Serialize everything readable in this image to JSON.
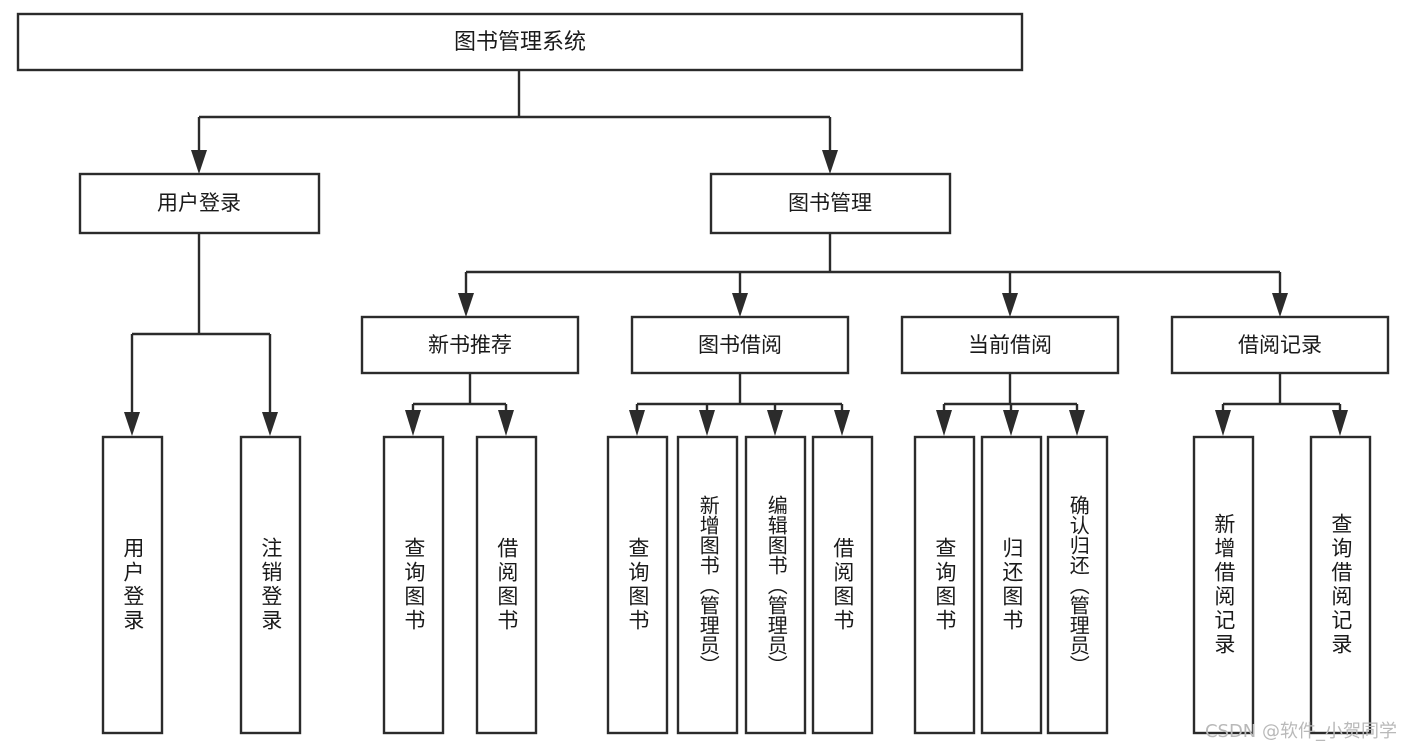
{
  "diagram": {
    "type": "tree",
    "title": "图书管理系统",
    "root": {
      "id": "root",
      "label": "图书管理系统"
    },
    "level1": [
      {
        "id": "user-login",
        "label": "用户登录"
      },
      {
        "id": "book-manage",
        "label": "图书管理"
      }
    ],
    "level2": [
      {
        "id": "new-book-recommend",
        "label": "新书推荐",
        "parent": "book-manage"
      },
      {
        "id": "book-borrow",
        "label": "图书借阅",
        "parent": "book-manage"
      },
      {
        "id": "current-borrow",
        "label": "当前借阅",
        "parent": "book-manage"
      },
      {
        "id": "borrow-record",
        "label": "借阅记录",
        "parent": "book-manage"
      }
    ],
    "leaves": {
      "user-login": [
        {
          "id": "leaf-user-login",
          "label": "用户登录"
        },
        {
          "id": "leaf-logout-login",
          "label": "注销登录"
        }
      ],
      "new-book-recommend": [
        {
          "id": "leaf-query-book-1",
          "label": "查询图书"
        },
        {
          "id": "leaf-borrow-book-1",
          "label": "借阅图书"
        }
      ],
      "book-borrow": [
        {
          "id": "leaf-query-book-2",
          "label": "查询图书"
        },
        {
          "id": "leaf-add-book",
          "label": "新增图书（管理员）"
        },
        {
          "id": "leaf-edit-book",
          "label": "编辑图书（管理员）"
        },
        {
          "id": "leaf-borrow-book-2",
          "label": "借阅图书"
        }
      ],
      "current-borrow": [
        {
          "id": "leaf-query-book-3",
          "label": "查询图书"
        },
        {
          "id": "leaf-return-book",
          "label": "归还图书"
        },
        {
          "id": "leaf-confirm-return",
          "label": "确认归还（管理员）"
        }
      ],
      "borrow-record": [
        {
          "id": "leaf-add-record",
          "label": "新增借阅记录"
        },
        {
          "id": "leaf-query-record",
          "label": "查询借阅记录"
        }
      ]
    },
    "colors": {
      "box_stroke": "#2b2b2b",
      "box_fill": "#ffffff",
      "connector": "#2b2b2b",
      "text": "#1a1a1a",
      "watermark": "#b9b9b9",
      "background": "#ffffff"
    }
  },
  "watermark": {
    "text": "CSDN @软件_小贺同学"
  }
}
